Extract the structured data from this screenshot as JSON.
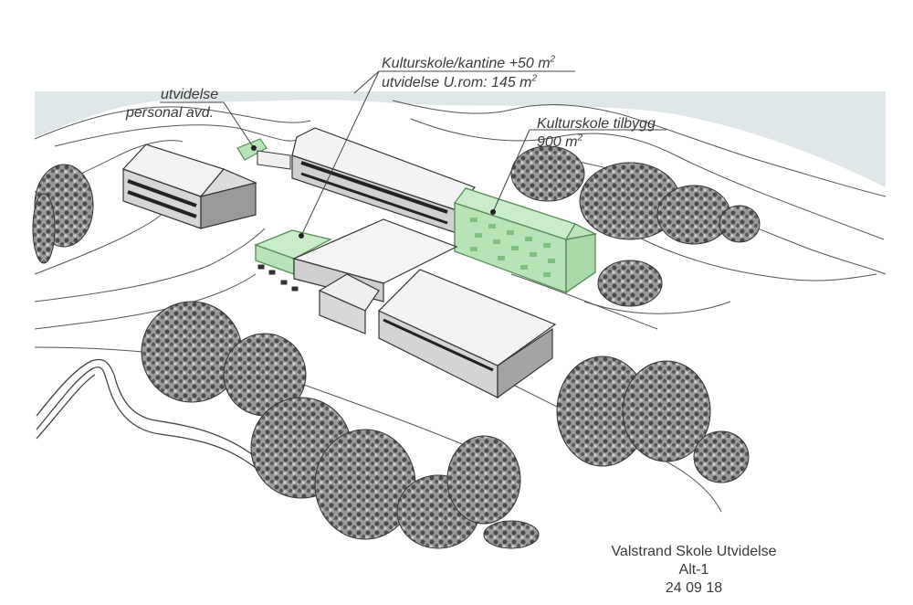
{
  "annotations": {
    "personal": {
      "line1": "utvidelse",
      "line2": "personal avd."
    },
    "kantine": {
      "line1": "Kulturskole/kantine +50 m",
      "line1_sup": "2",
      "line2": "utvidelse U.rom: 145 m",
      "line2_sup": "2"
    },
    "tilbygg": {
      "line1": "Kulturskole tilbygg",
      "line2": "900 m",
      "line2_sup": "2"
    }
  },
  "caption": {
    "title": "Valstrand Skole Utvidelse",
    "alt": "Alt-1",
    "date": "24 09 18"
  },
  "colors": {
    "extension": "#b7e4b7",
    "extension_stroke": "#5a8f5a",
    "sea": "#dfe6e8",
    "building": "#8c8c8c",
    "roof": "#f4f4f4"
  }
}
